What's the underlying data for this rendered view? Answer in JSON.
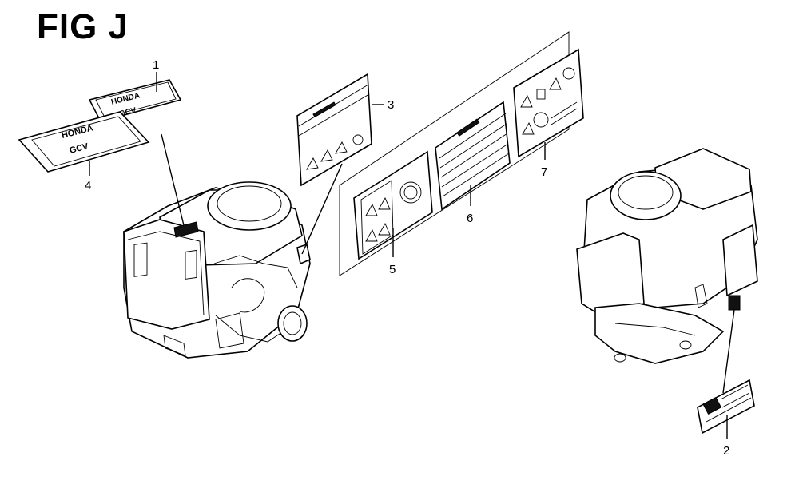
{
  "figure": {
    "title": "FIG J"
  },
  "callouts": [
    "1",
    "2",
    "3",
    "4",
    "5",
    "6",
    "7"
  ],
  "brand_decal_text": [
    "HONDA",
    "GCV",
    "HONDA",
    "GCV"
  ]
}
